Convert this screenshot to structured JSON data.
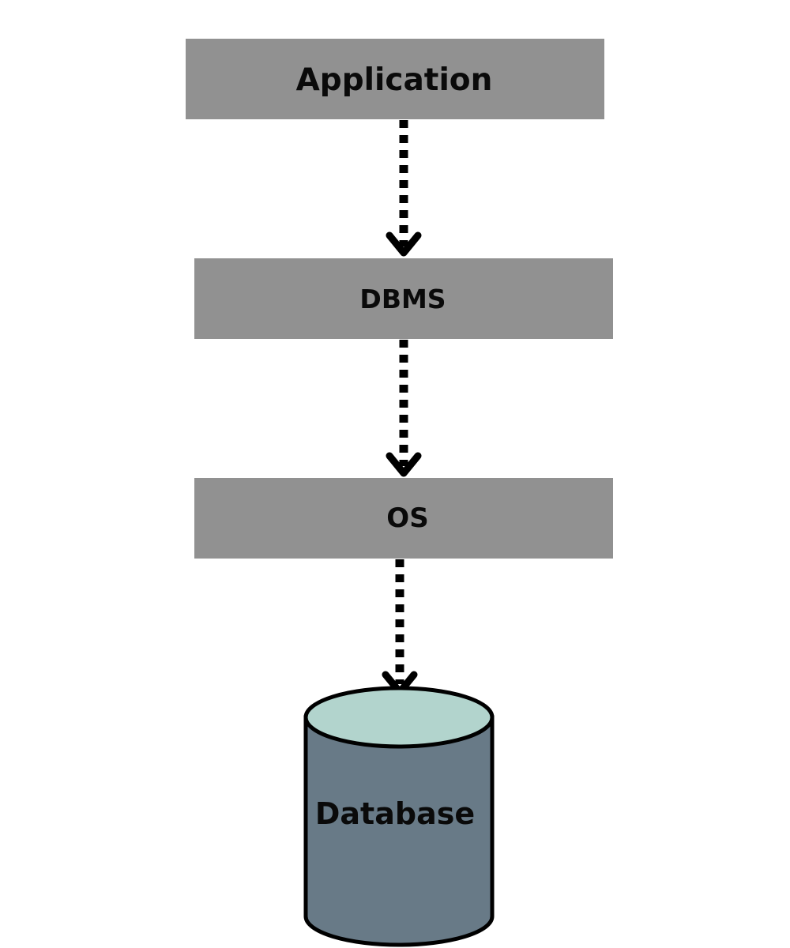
{
  "diagram": {
    "nodes": [
      {
        "id": "application",
        "label": "Application",
        "shape": "rectangle",
        "color": "#919191"
      },
      {
        "id": "dbms",
        "label": "DBMS",
        "shape": "rectangle",
        "color": "#919191"
      },
      {
        "id": "os",
        "label": "OS",
        "shape": "rectangle",
        "color": "#919191"
      },
      {
        "id": "database",
        "label": "Database",
        "shape": "cylinder",
        "top_color": "#b2d4cd",
        "body_color": "#687a87"
      }
    ],
    "edges": [
      {
        "from": "application",
        "to": "dbms",
        "style": "dotted-arrow"
      },
      {
        "from": "dbms",
        "to": "os",
        "style": "dotted-arrow"
      },
      {
        "from": "os",
        "to": "database",
        "style": "dotted-arrow"
      }
    ],
    "arrow_color": "#000000"
  }
}
